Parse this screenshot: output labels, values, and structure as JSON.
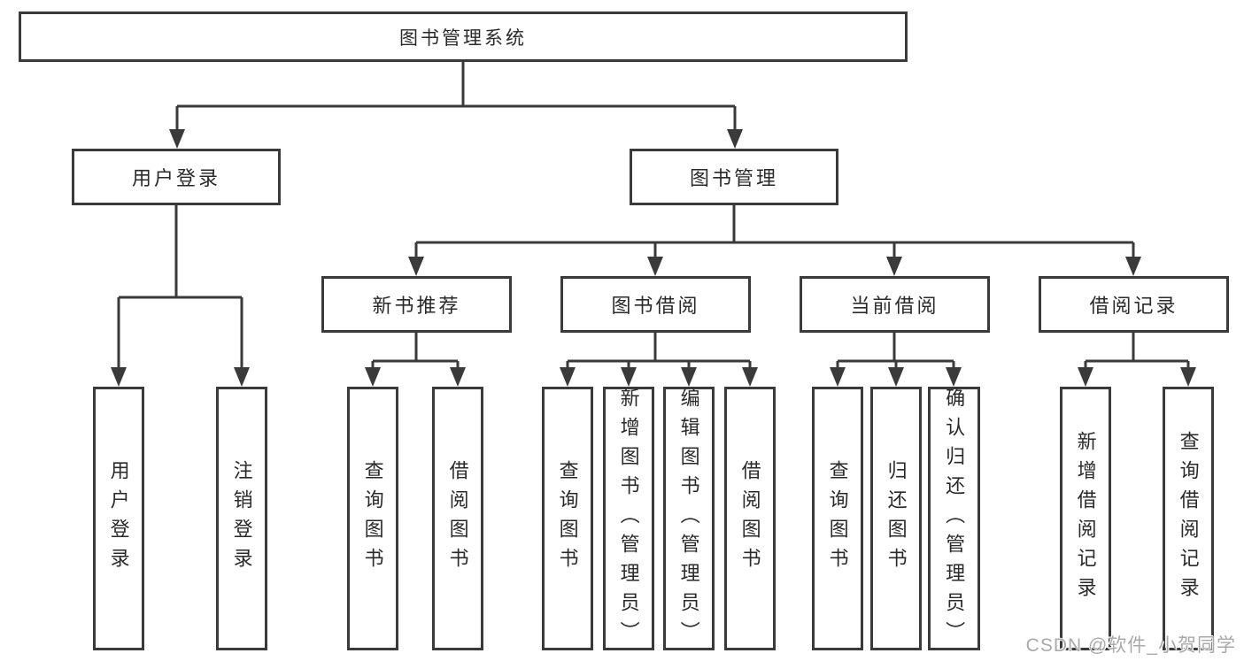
{
  "diagram": {
    "title": "图书管理系统",
    "tree": {
      "root": "图书管理系统",
      "branches": [
        {
          "label": "用户登录",
          "children": [
            "用户登录",
            "注销登录"
          ]
        },
        {
          "label": "图书管理",
          "children": [
            {
              "label": "新书推荐",
              "children": [
                "查询图书",
                "借阅图书"
              ]
            },
            {
              "label": "图书借阅",
              "children": [
                "查询图书",
                "新增图书（管理员）",
                "编辑图书（管理员）",
                "借阅图书"
              ]
            },
            {
              "label": "当前借阅",
              "children": [
                "查询图书",
                "归还图书",
                "确认归还（管理员）"
              ]
            },
            {
              "label": "借阅记录",
              "children": [
                "新增借阅记录",
                "查询借阅记录"
              ]
            }
          ]
        }
      ]
    },
    "colors": {
      "line": "#3a3a3a",
      "box_border": "#3a3a3a",
      "text": "#2a2a2a",
      "background": "#ffffff",
      "watermark": "#a9a9a9"
    }
  },
  "watermark": {
    "text": "CSDN @软件_小贺同学"
  }
}
